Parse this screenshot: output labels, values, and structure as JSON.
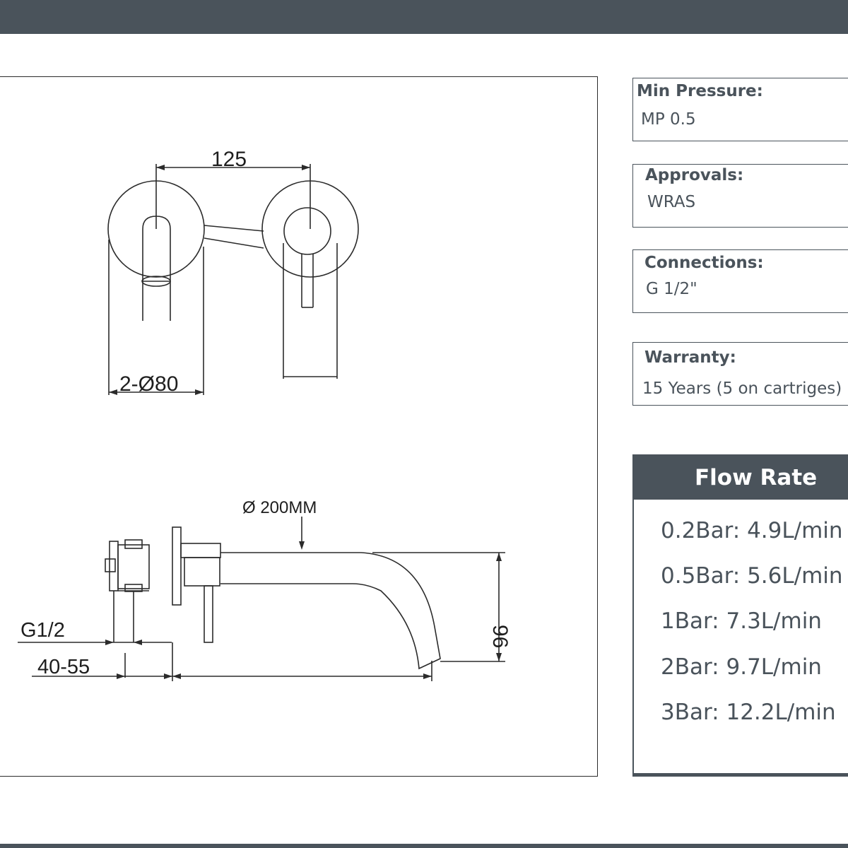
{
  "drawing": {
    "top_dim_width": "125",
    "top_dim_diameter": "2-Ø80",
    "side_dim_spout": "Ø 200MM",
    "side_dim_height": "96",
    "side_dim_thread": "G1/2",
    "side_dim_depth": "40-55"
  },
  "specs": [
    {
      "label": "Min Pressure:",
      "value": "MP 0.5"
    },
    {
      "label": "Approvals:",
      "value": "WRAS"
    },
    {
      "label": "Connections:",
      "value": "G 1/2\""
    },
    {
      "label": "Warranty:",
      "value": "15 Years (5 on cartriges)"
    }
  ],
  "flow_rate": {
    "title": "Flow Rate",
    "rows": [
      "0.2Bar: 4.9L/min",
      "0.5Bar: 5.6L/min",
      "1Bar: 7.3L/min",
      "2Bar: 9.7L/min",
      "3Bar: 12.2L/min"
    ]
  },
  "colors": {
    "header": "#4a535b",
    "line": "#2b2b2b"
  }
}
